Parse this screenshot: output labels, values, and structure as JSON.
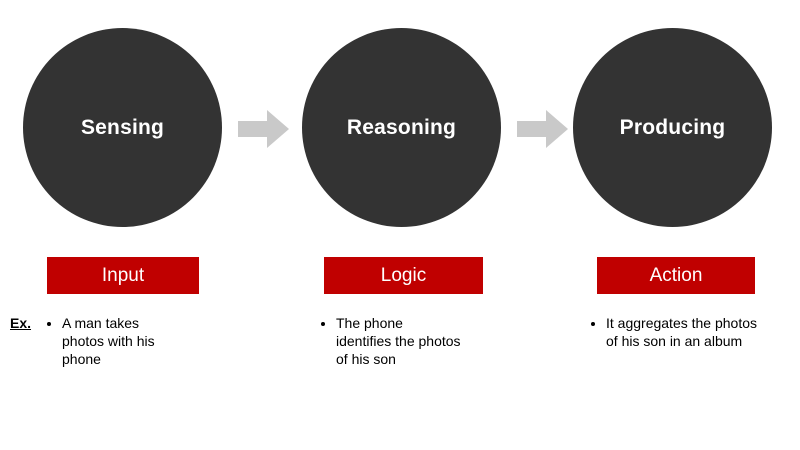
{
  "diagram": {
    "colors": {
      "background": "#ffffff",
      "circle_fill": "#333333",
      "circle_text": "#ffffff",
      "arrow_fill": "#c9c9c9",
      "box_fill": "#c00000",
      "box_text": "#ffffff",
      "body_text": "#000000"
    },
    "example_prefix": "Ex.",
    "stages": [
      {
        "circle_label": "Sensing",
        "box_label": "Input",
        "example": "A man takes photos with his phone"
      },
      {
        "circle_label": "Reasoning",
        "box_label": "Logic",
        "example": "The phone identifies the photos of his son"
      },
      {
        "circle_label": "Producing",
        "box_label": "Action",
        "example": "It aggregates the photos of his son in an album"
      }
    ],
    "connectors": [
      {
        "name": "arrow-sensing-to-reasoning"
      },
      {
        "name": "arrow-reasoning-to-producing"
      }
    ]
  }
}
